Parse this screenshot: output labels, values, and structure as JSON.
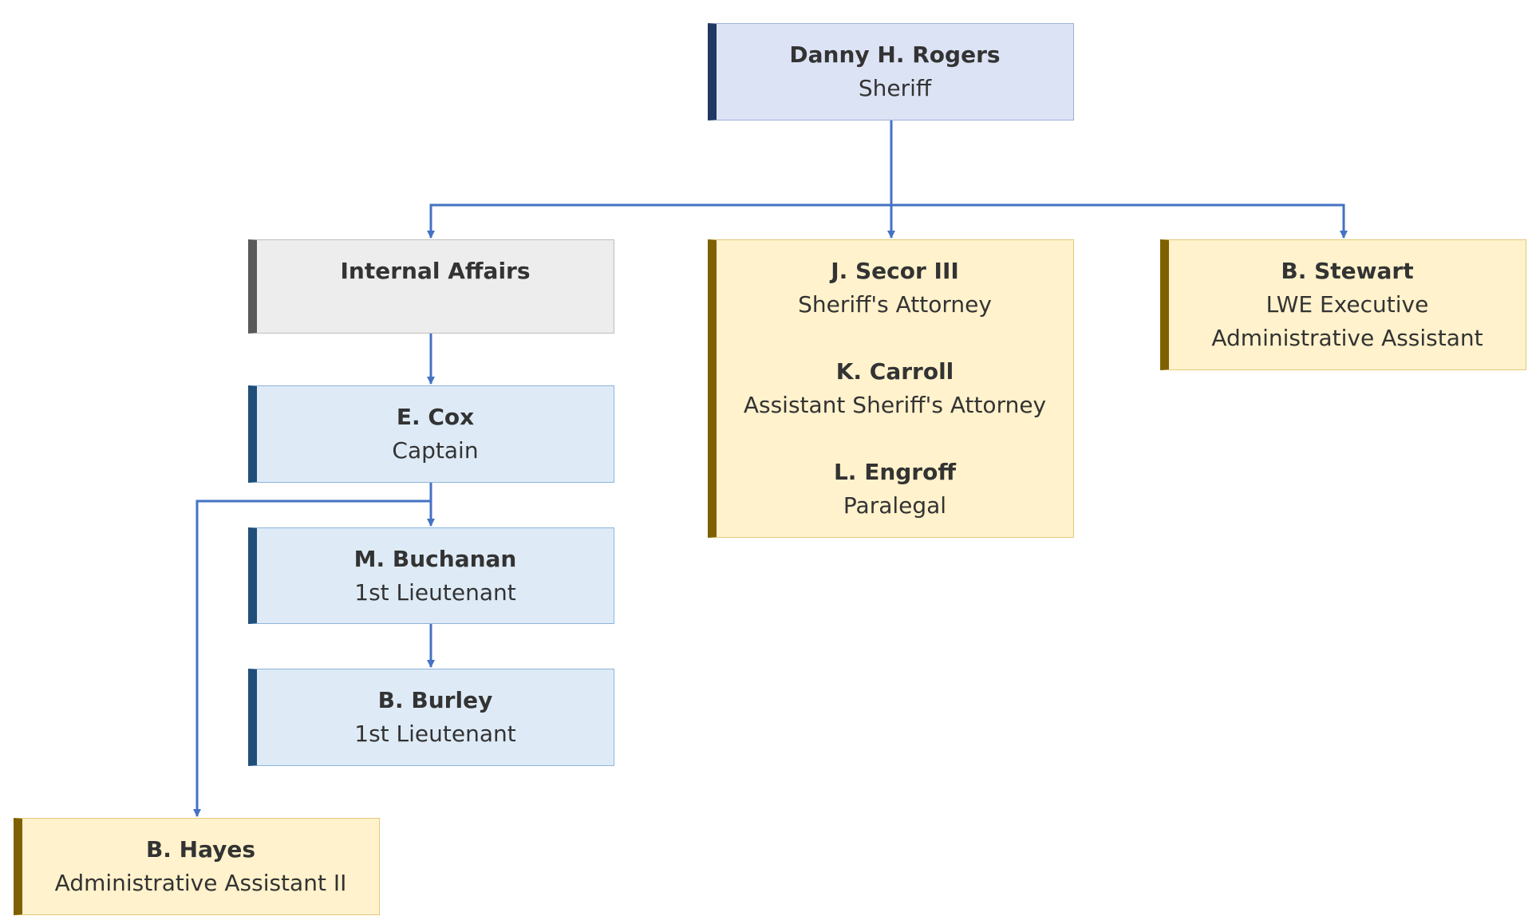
{
  "colors": {
    "connector": "#4472c4",
    "blue_top_fill": "#dce3f4",
    "blue_top_accent": "#1f3864",
    "gray_fill": "#ededed",
    "gray_accent": "#595959",
    "blue_fill": "#deebf7",
    "blue_accent": "#1f4e79",
    "gold_fill": "#fff2cc",
    "gold_accent": "#7f6000"
  },
  "nodes": {
    "sheriff": {
      "name": "Danny H. Rogers",
      "title": "Sheriff"
    },
    "internal_affairs": {
      "name": "Internal Affairs"
    },
    "legal": [
      {
        "name": "J. Secor III",
        "title": "Sheriff's Attorney"
      },
      {
        "name": "K. Carroll",
        "title": "Assistant Sheriff's Attorney"
      },
      {
        "name": "L. Engroff",
        "title": "Paralegal"
      }
    ],
    "stewart": {
      "name": "B. Stewart",
      "title": "LWE Executive",
      "title2": "Administrative Assistant"
    },
    "cox": {
      "name": "E. Cox",
      "title": "Captain"
    },
    "buchanan": {
      "name": "M. Buchanan",
      "title": "1st Lieutenant"
    },
    "burley": {
      "name": "B. Burley",
      "title": "1st Lieutenant"
    },
    "hayes": {
      "name": "B. Hayes",
      "title": "Administrative Assistant II"
    }
  }
}
